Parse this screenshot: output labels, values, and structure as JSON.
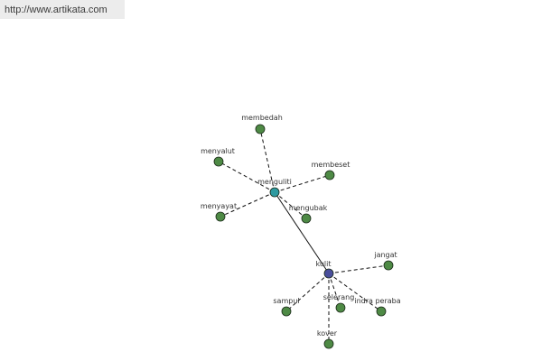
{
  "header": {
    "url": "http://www.artikata.com"
  },
  "colors": {
    "leaf_node": "#4e8a45",
    "hub_menguliti": "#2e9aa0",
    "hub_kulit": "#4a4f9c",
    "node_stroke": "#1a2a18",
    "edge": "#111111",
    "label": "#333333"
  },
  "graph": {
    "nodes": [
      {
        "id": "menguliti",
        "label": "menguliti",
        "role": "hub"
      },
      {
        "id": "kulit",
        "label": "kulit",
        "role": "hub"
      },
      {
        "id": "membedah",
        "label": "membedah",
        "role": "leaf"
      },
      {
        "id": "menyalut",
        "label": "menyalut",
        "role": "leaf"
      },
      {
        "id": "membeset",
        "label": "membeset",
        "role": "leaf"
      },
      {
        "id": "menyayat",
        "label": "menyayat",
        "role": "leaf"
      },
      {
        "id": "mengubak",
        "label": "mengubak",
        "role": "leaf"
      },
      {
        "id": "jangat",
        "label": "jangat",
        "role": "leaf"
      },
      {
        "id": "sampul",
        "label": "sampul",
        "role": "leaf"
      },
      {
        "id": "selerang",
        "label": "selerang",
        "role": "leaf"
      },
      {
        "id": "indra_peraba",
        "label": "indra peraba",
        "role": "leaf"
      },
      {
        "id": "kover",
        "label": "kover",
        "role": "leaf"
      }
    ],
    "edges": [
      {
        "from": "menguliti",
        "to": "kulit",
        "style": "solid"
      },
      {
        "from": "menguliti",
        "to": "membedah",
        "style": "dashed"
      },
      {
        "from": "menguliti",
        "to": "menyalut",
        "style": "dashed"
      },
      {
        "from": "menguliti",
        "to": "membeset",
        "style": "dashed"
      },
      {
        "from": "menguliti",
        "to": "menyayat",
        "style": "dashed"
      },
      {
        "from": "menguliti",
        "to": "mengubak",
        "style": "dashed"
      },
      {
        "from": "kulit",
        "to": "jangat",
        "style": "dashed"
      },
      {
        "from": "kulit",
        "to": "sampul",
        "style": "dashed"
      },
      {
        "from": "kulit",
        "to": "selerang",
        "style": "dashed"
      },
      {
        "from": "kulit",
        "to": "indra_peraba",
        "style": "dashed"
      },
      {
        "from": "kulit",
        "to": "kover",
        "style": "dashed"
      }
    ]
  }
}
